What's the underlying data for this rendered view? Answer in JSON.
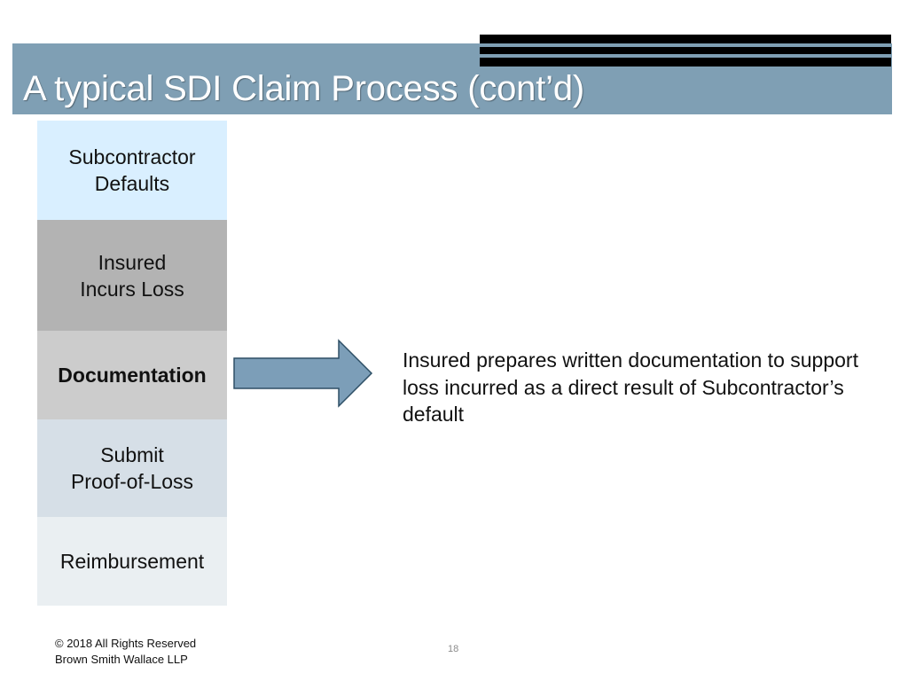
{
  "slide": {
    "title": "A typical SDI Claim Process (cont’d)",
    "description": "Insured prepares written documentation to support loss incurred as a direct result of Subcontractor’s default",
    "page_number": "18"
  },
  "steps": [
    {
      "label": "Subcontractor\nDefaults",
      "color": "#d9efff",
      "active": false
    },
    {
      "label": "Insured\nIncurs Loss",
      "color": "#b3b3b3",
      "active": false
    },
    {
      "label": "Documentation",
      "color": "#cccccc",
      "active": true
    },
    {
      "label": "Submit\nProof-of-Loss",
      "color": "#d6dfe7",
      "active": false
    },
    {
      "label": "Reimbursement",
      "color": "#eaeff2",
      "active": false
    }
  ],
  "footer": {
    "copyright": "© 2018 All Rights Reserved",
    "company": "Brown Smith Wallace LLP"
  },
  "colors": {
    "title_bar": "#7f9fb4",
    "arrow_fill": "#7c9eb8",
    "arrow_stroke": "#2e4f66"
  }
}
